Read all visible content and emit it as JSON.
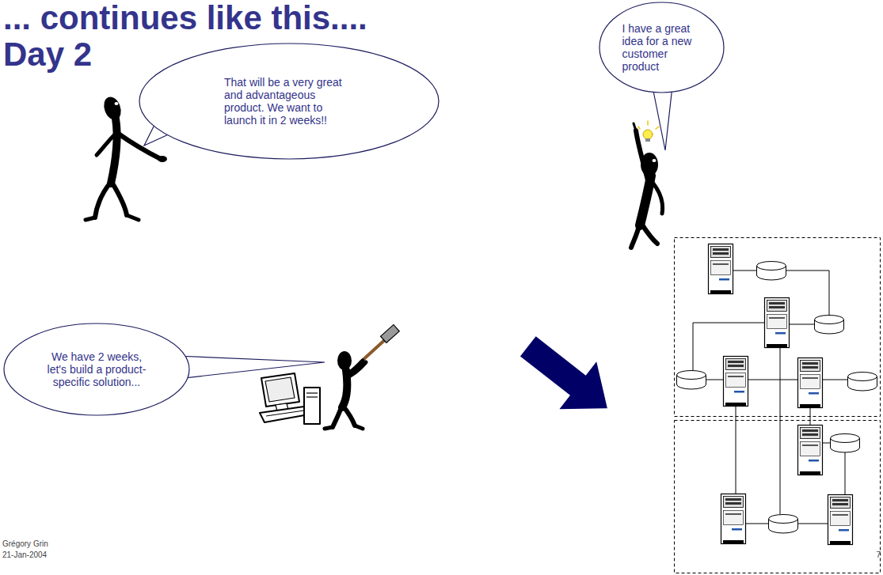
{
  "diagram": {
    "title": "... continues like this.... Day 2",
    "nodes": [
      {
        "text": [
          "That will be a very great and advantageous product. We want to launch it in 2 weeks!!"
        ]
      },
      {
        "text": [
          "I have a great idea for a new customer product"
        ]
      },
      {
        "text": [
          "We have 2 weeks, let's build a product-specific solution..."
        ]
      }
    ],
    "labels": [
      "Grégory Grin",
      "21-Jan-2004",
      "7"
    ]
  }
}
